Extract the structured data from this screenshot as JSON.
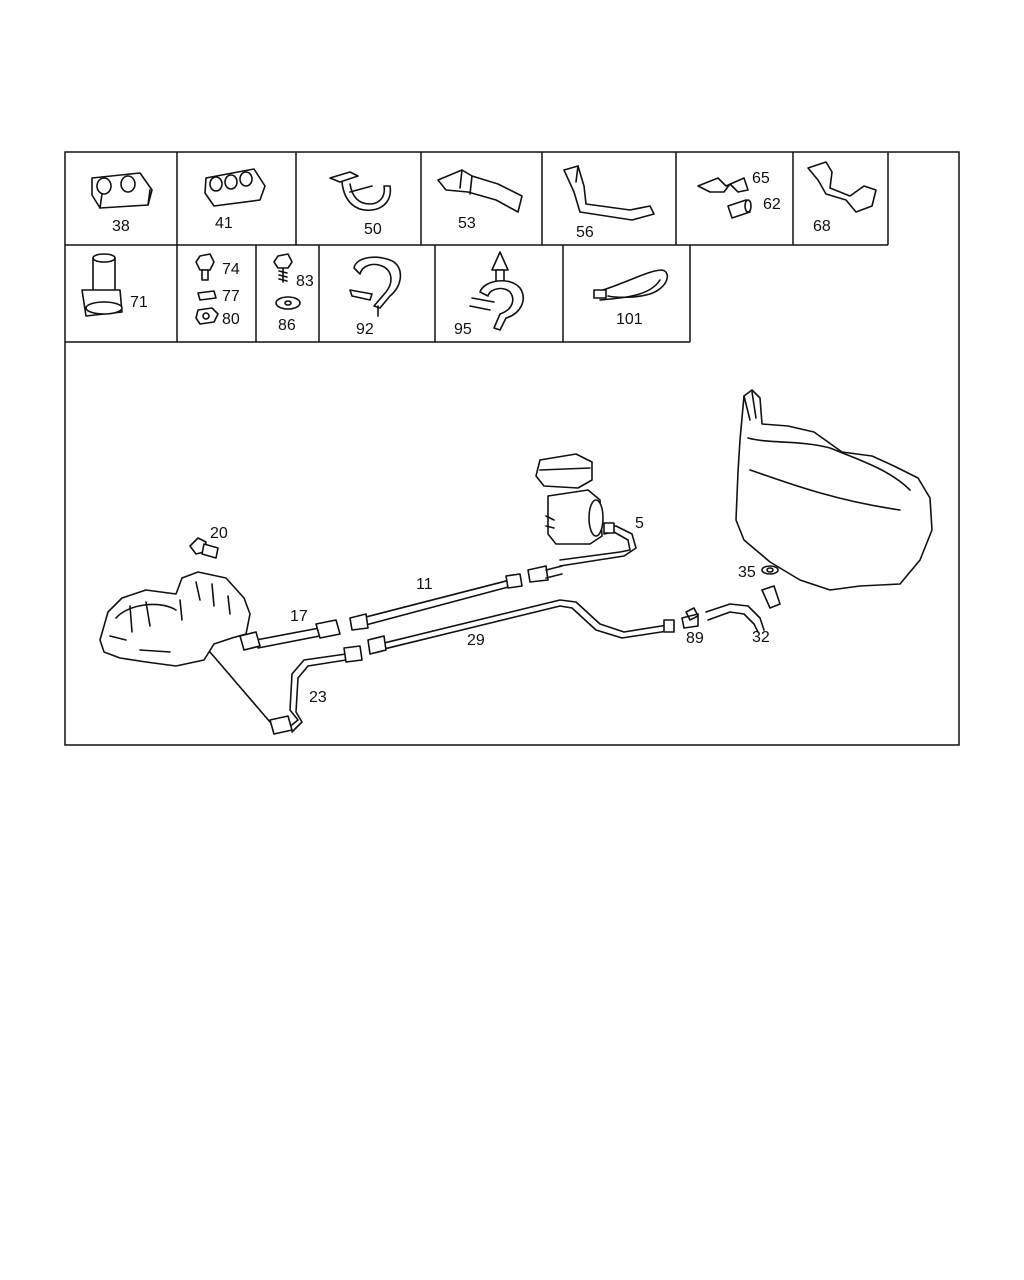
{
  "parts": {
    "p38": "38",
    "p41": "41",
    "p50": "50",
    "p53": "53",
    "p56": "56",
    "p65": "65",
    "p62": "62",
    "p68": "68",
    "p71": "71",
    "p74": "74",
    "p77": "77",
    "p80": "80",
    "p83": "83",
    "p86": "86",
    "p92": "92",
    "p95": "95",
    "p101": "101",
    "p20": "20",
    "p5": "5",
    "p11": "11",
    "p17": "17",
    "p29": "29",
    "p23": "23",
    "p35": "35",
    "p89": "89",
    "p32": "32"
  }
}
